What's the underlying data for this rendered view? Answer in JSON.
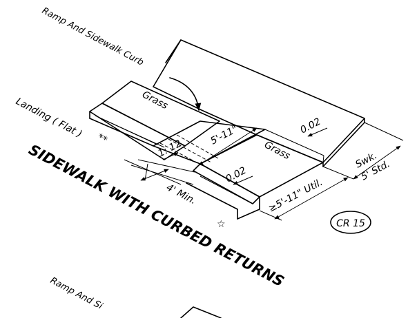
{
  "labels": {
    "ramp_sidewalk_curb": "Ramp And Sidewalk Curb",
    "grass_top": "Grass",
    "landing_flat": "Landing ( Flat )",
    "asterisks": "**",
    "slope_ratio": "1: 12",
    "length_5_11": "5'-11\"",
    "grass_right": "Grass",
    "slope_right": "0.02",
    "slope_center": "0.02",
    "four_min": "4' Min.",
    "star": "☆",
    "util_dim": "≥5'-11\" Util.",
    "swk": "Swk.",
    "swk_std": "5' Std.",
    "detail_tag": "CR 15",
    "main_title": "SIDEWALK WITH CURBED RETURNS",
    "ramp_partial": "Ramp And Si"
  }
}
